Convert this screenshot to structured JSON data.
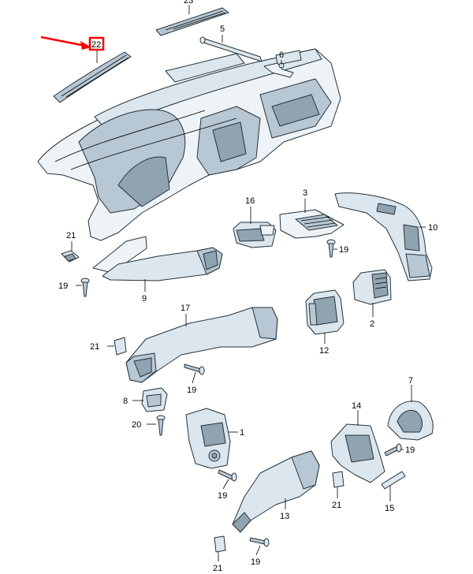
{
  "callouts": [
    {
      "id": "c23",
      "text": "23"
    },
    {
      "id": "c5",
      "text": "5"
    },
    {
      "id": "c22",
      "text": "22",
      "highlighted": true
    },
    {
      "id": "c6",
      "text": "6"
    },
    {
      "id": "c16",
      "text": "16"
    },
    {
      "id": "c3",
      "text": "3"
    },
    {
      "id": "c10",
      "text": "10"
    },
    {
      "id": "c21a",
      "text": "21"
    },
    {
      "id": "c19a",
      "text": "19"
    },
    {
      "id": "c19b",
      "text": "19"
    },
    {
      "id": "c9",
      "text": "9"
    },
    {
      "id": "c17",
      "text": "17"
    },
    {
      "id": "c2",
      "text": "2"
    },
    {
      "id": "c21b",
      "text": "21"
    },
    {
      "id": "c12",
      "text": "12"
    },
    {
      "id": "c19c",
      "text": "19"
    },
    {
      "id": "c8",
      "text": "8"
    },
    {
      "id": "c7",
      "text": "7"
    },
    {
      "id": "c14",
      "text": "14"
    },
    {
      "id": "c20",
      "text": "20"
    },
    {
      "id": "c1",
      "text": "1"
    },
    {
      "id": "c19d",
      "text": "19"
    },
    {
      "id": "c19e",
      "text": "19"
    },
    {
      "id": "c13",
      "text": "13"
    },
    {
      "id": "c21c",
      "text": "21"
    },
    {
      "id": "c15",
      "text": "15"
    },
    {
      "id": "c19f",
      "text": "19"
    },
    {
      "id": "c21d",
      "text": "21"
    }
  ],
  "colors": {
    "highlight": "#ff0000",
    "part_fill": "#dbe6ee",
    "part_dark": "#8fa3b1",
    "outline": "#26323a"
  },
  "icons": [
    "pointer-arrow-icon"
  ]
}
